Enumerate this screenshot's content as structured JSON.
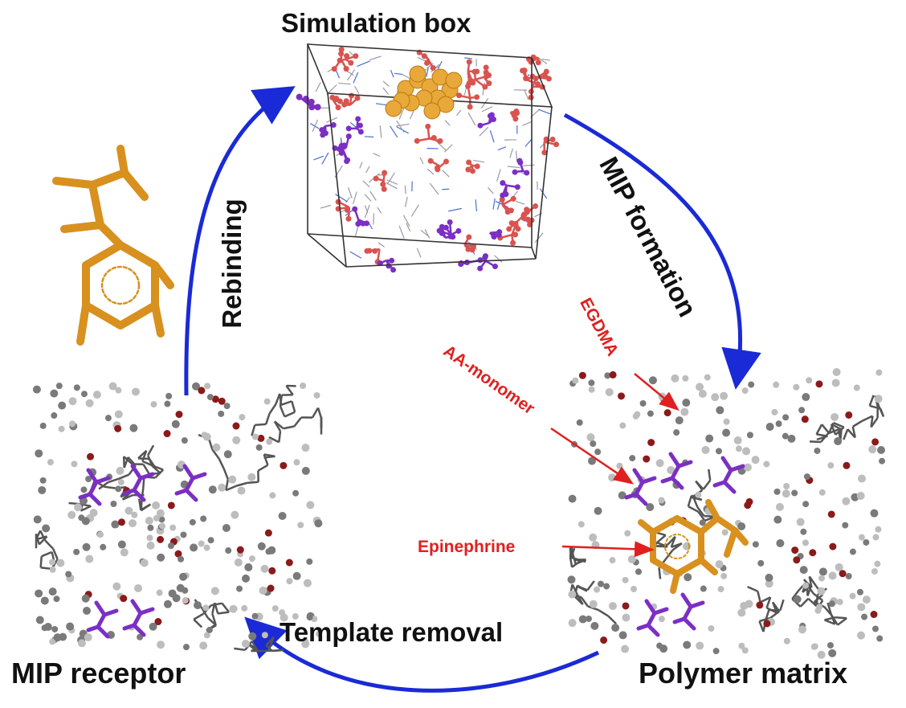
{
  "labels": {
    "simulation_box": "Simulation box",
    "mip_formation": "MIP formation",
    "rebinding": "Rebinding",
    "template_removal": "Template removal",
    "mip_receptor": "MIP receptor",
    "polymer_matrix": "Polymer matrix"
  },
  "annotations": {
    "egdma": "EGDMA",
    "aa_monomer": "AA-monomer",
    "epinephrine": "Epinephrine"
  },
  "colors": {
    "arrow_blue": "#1a2ad6",
    "annotation_red": "#e02020",
    "template_orange": "#d8901e",
    "monomer_purple": "#7b2fc4",
    "crosslinker_red": "#d9534f",
    "carbon_gray": "#8a8a8a",
    "oxygen_darkred": "#8b1a1a"
  }
}
